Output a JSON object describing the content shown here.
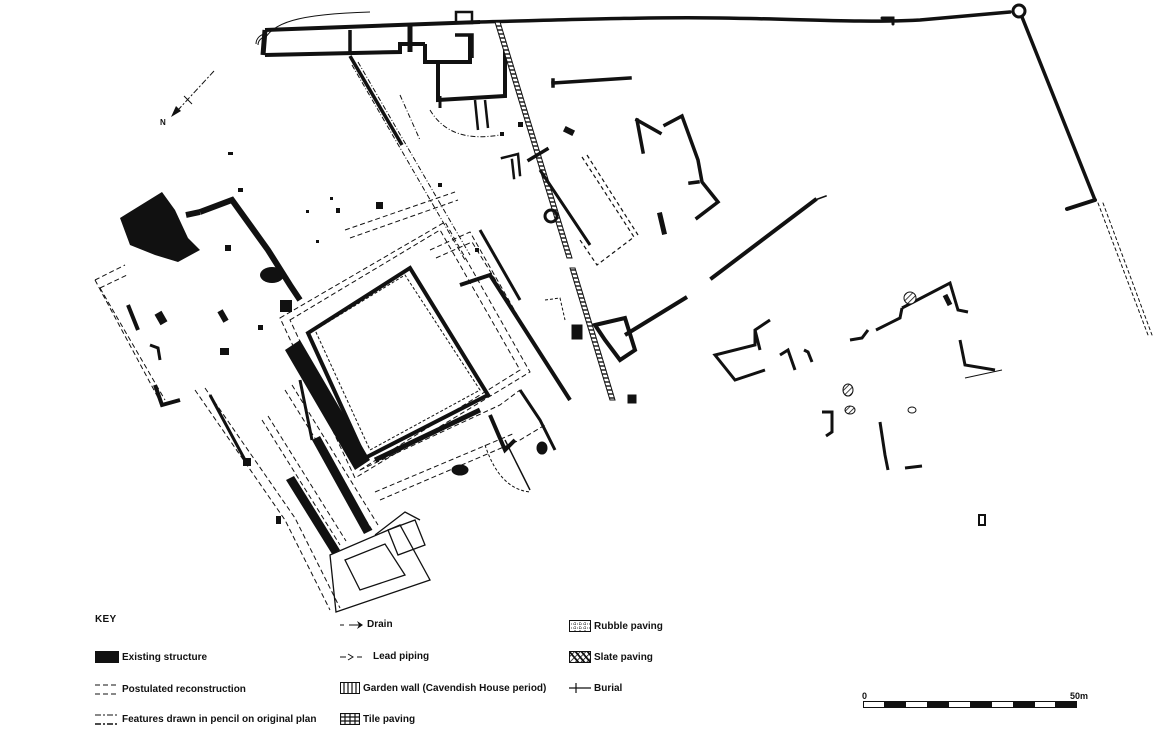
{
  "figure": {
    "type": "archaeological site plan",
    "north_arrow": {
      "label": "N",
      "direction": "lower-left"
    }
  },
  "key": {
    "title": "KEY",
    "items": [
      {
        "id": "existing",
        "label": "Existing structure",
        "symbol": "solid-black-block"
      },
      {
        "id": "postulated",
        "label": "Postulated reconstruction",
        "symbol": "dashed-double-line"
      },
      {
        "id": "pencil",
        "label": "Features drawn in pencil on original plan",
        "symbol": "dash-dot-double-line"
      },
      {
        "id": "drain",
        "label": "Drain",
        "symbol": "dash-arrow"
      },
      {
        "id": "lead",
        "label": "Lead piping",
        "symbol": "dash-chevron"
      },
      {
        "id": "garden",
        "label": "Garden wall (Cavendish House period)",
        "symbol": "ladder-hatch"
      },
      {
        "id": "tile",
        "label": "Tile paving",
        "symbol": "grid-hatch"
      },
      {
        "id": "rubble",
        "label": "Rubble paving",
        "symbol": "dotted-grid"
      },
      {
        "id": "slate",
        "label": "Slate paving",
        "symbol": "diagonal-hatch"
      },
      {
        "id": "burial",
        "label": "Burial",
        "symbol": "cross-line"
      }
    ]
  },
  "scale_bar": {
    "start_label": "0",
    "end_label": "50m",
    "segments": 10
  }
}
